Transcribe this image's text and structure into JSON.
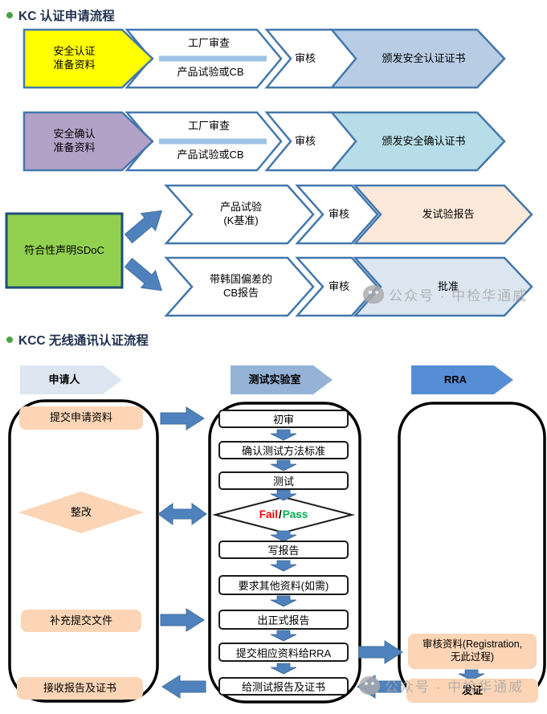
{
  "kc": {
    "title": "KC 认证申请流程",
    "row1": {
      "start1": "安全认证",
      "start2": "准备资料",
      "factory": "工厂审查",
      "product": "产品试验或CB",
      "review": "审核",
      "result": "颁发安全认证证书"
    },
    "row2": {
      "start1": "安全确认",
      "start2": "准备资料",
      "factory": "工厂审查",
      "product": "产品试验或CB",
      "review": "审核",
      "result": "颁发安全确认证书"
    },
    "sdoc": "符合性声明SDoC",
    "row3": {
      "step1": "产品试验",
      "step2": "(K基准)",
      "review": "审核",
      "result": "发试验报告"
    },
    "row4": {
      "step1": "带韩国偏差的",
      "step2": "CB报告",
      "review": "审核",
      "result": "批准"
    }
  },
  "kcc": {
    "title": "KCC 无线通讯认证流程",
    "headers": {
      "applicant": "申请人",
      "lab": "测试实验室",
      "rra": "RRA"
    },
    "applicant": {
      "submit": "提交申请资料",
      "rectify": "整改",
      "supplement": "补充提交文件",
      "receive": "接收报告及证书"
    },
    "lab": {
      "initial_review": "初审",
      "confirm_method": "确认测试方法标准",
      "test": "测试",
      "fail": "Fail",
      "slash": "/",
      "pass": "Pass",
      "write_report": "写报告",
      "request_info": "要求其他资料(如需)",
      "formal_report": "出正式报告",
      "submit_to_rra": "提交相应资料给RRA",
      "deliver": "给测试报告及证书"
    },
    "rra": {
      "review1": "审核资料(Registration,",
      "review2": "无此过程)",
      "issue": "发证"
    }
  },
  "watermark": "公众号 · 中检华通威",
  "colors": {
    "yellow_start": "#FFFF00",
    "purple_start": "#B3A2C7",
    "green_sdoc": "#92D050",
    "shape_border": "#4477AD",
    "result_blue": "#B8CCE4",
    "result_cyan": "#B7DDE8",
    "result_peach": "#FDE9D9",
    "result_pale_blue": "#DCE6F1",
    "header_applicant": "#DCE6F1",
    "header_lab": "#95B3D7",
    "header_rra": "#558ED5",
    "peach_box": "#FBD5B5",
    "flow_arrow": "#4F81BD",
    "divider_blue": "#9CC3E5",
    "fail_red": "#FF0000",
    "pass_green": "#00B050"
  }
}
